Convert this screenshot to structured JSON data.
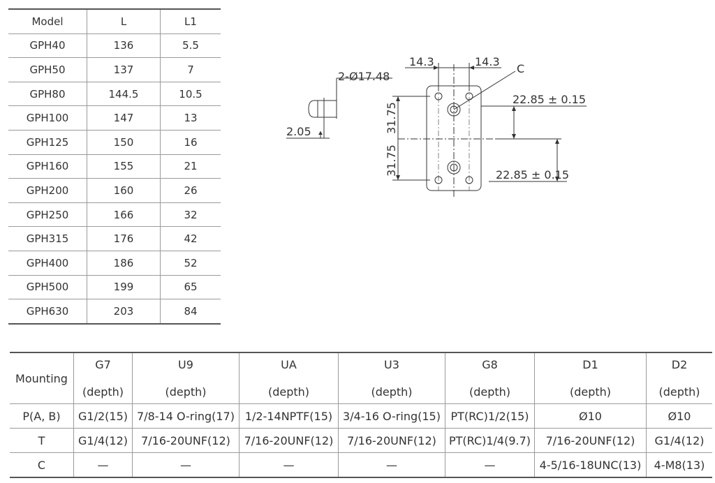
{
  "size_table": {
    "headers": [
      "Model",
      "L",
      "L1"
    ],
    "rows": [
      [
        "GPH40",
        "136",
        "5.5"
      ],
      [
        "GPH50",
        "137",
        "7"
      ],
      [
        "GPH80",
        "144.5",
        "10.5"
      ],
      [
        "GPH100",
        "147",
        "13"
      ],
      [
        "GPH125",
        "150",
        "16"
      ],
      [
        "GPH160",
        "155",
        "21"
      ],
      [
        "GPH200",
        "160",
        "26"
      ],
      [
        "GPH250",
        "166",
        "32"
      ],
      [
        "GPH315",
        "176",
        "42"
      ],
      [
        "GPH400",
        "186",
        "52"
      ],
      [
        "GPH500",
        "199",
        "65"
      ],
      [
        "GPH630",
        "203",
        "84"
      ]
    ]
  },
  "drawing": {
    "dim_top_left": "14.3",
    "dim_top_right": "14.3",
    "label_c": "C",
    "dim_hole": "2-Ø17.48",
    "dim_depth": "2.05",
    "dim_upper_offset": "22.85 ± 0.15",
    "dim_lower_offset": "22.85 ± 0.15",
    "dim_vert_upper": "31.75",
    "dim_vert_lower": "31.75"
  },
  "mounting_table": {
    "corner": "Mounting",
    "columns": [
      {
        "code": "G7",
        "sub": "(depth)"
      },
      {
        "code": "U9",
        "sub": "(depth)"
      },
      {
        "code": "UA",
        "sub": "(depth)"
      },
      {
        "code": "U3",
        "sub": "(depth)"
      },
      {
        "code": "G8",
        "sub": "(depth)"
      },
      {
        "code": "D1",
        "sub": "(depth)"
      },
      {
        "code": "D2",
        "sub": "(depth)"
      }
    ],
    "rows": [
      {
        "label": "P(A, B)",
        "cells": [
          "G1/2(15)",
          "7/8-14 O-ring(17)",
          "1/2-14NPTF(15)",
          "3/4-16 O-ring(15)",
          "PT(RC)1/2(15)",
          "Ø10",
          "Ø10"
        ]
      },
      {
        "label": "T",
        "cells": [
          "G1/4(12)",
          "7/16-20UNF(12)",
          "7/16-20UNF(12)",
          "7/16-20UNF(12)",
          "PT(RC)1/4(9.7)",
          "7/16-20UNF(12)",
          "G1/4(12)"
        ]
      },
      {
        "label": "C",
        "cells": [
          "—",
          "—",
          "—",
          "—",
          "—",
          "4-5/16-18UNC(13)",
          "4-M8(13)"
        ]
      }
    ]
  }
}
